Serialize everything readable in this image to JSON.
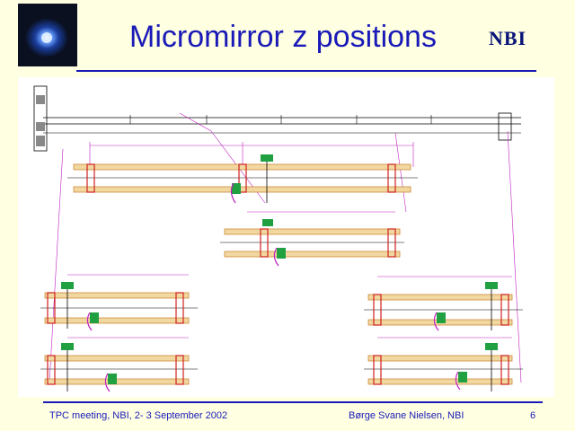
{
  "slide": {
    "title": "Micromirror z positions",
    "brand": "NBI",
    "footer_left": "TPC meeting, NBI, 2- 3 September 2002",
    "footer_center": "Børge Svane Nielsen, NBI",
    "page_number": "6"
  },
  "colors": {
    "background": "#ffffe1",
    "title_blue": "#1a1ab8",
    "dimension_magenta": "#c020c0",
    "rod_orange": "#d08a3a",
    "cap_red": "#d02020",
    "mount_green": "#20a040"
  },
  "icons": [
    "galaxy-logo",
    "nbi-wordmark"
  ]
}
